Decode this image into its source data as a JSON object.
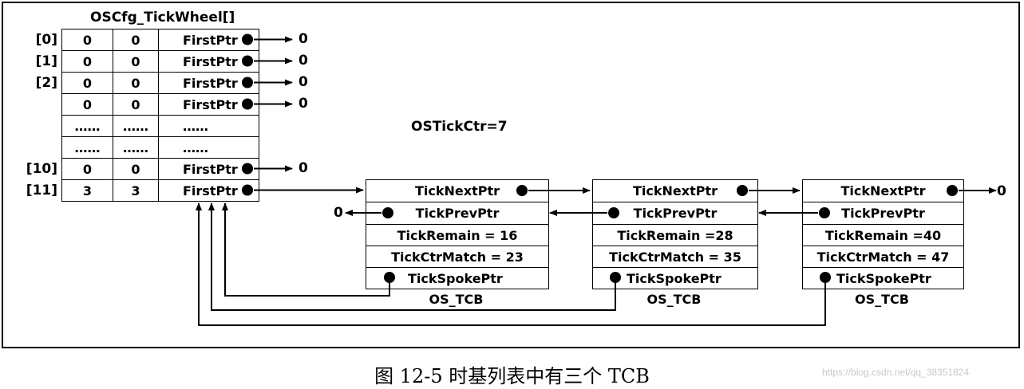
{
  "wheel": {
    "title": "OSCfg_TickWheel[]",
    "rows": [
      {
        "index": "[0]",
        "c1": "0",
        "c2": "0",
        "ptr": "FirstPtr",
        "target": "0"
      },
      {
        "index": "[1]",
        "c1": "0",
        "c2": "0",
        "ptr": "FirstPtr",
        "target": "0"
      },
      {
        "index": "[2]",
        "c1": "0",
        "c2": "0",
        "ptr": "FirstPtr",
        "target": "0"
      },
      {
        "index": "",
        "c1": "0",
        "c2": "0",
        "ptr": "FirstPtr",
        "target": "0"
      },
      {
        "index": "",
        "c1": "……",
        "c2": "……",
        "ptr": "……",
        "target": ""
      },
      {
        "index": "",
        "c1": "……",
        "c2": "……",
        "ptr": "……",
        "target": ""
      },
      {
        "index": "[10]",
        "c1": "0",
        "c2": "0",
        "ptr": "FirstPtr",
        "target": "0"
      },
      {
        "index": "[11]",
        "c1": "3",
        "c2": "3",
        "ptr": "FirstPtr",
        "target": ""
      }
    ]
  },
  "tick_ctr": "OSTickCtr=7",
  "tcbs": [
    {
      "next": "TickNextPtr",
      "prev": "TickPrevPtr",
      "remain": "TickRemain = 16",
      "match": "TickCtrMatch = 23",
      "spoke": "TickSpokePtr",
      "label": "OS_TCB"
    },
    {
      "next": "TickNextPtr",
      "prev": "TickPrevPtr",
      "remain": "TickRemain =28",
      "match": "TickCtrMatch = 35",
      "spoke": "TickSpokePtr",
      "label": "OS_TCB"
    },
    {
      "next": "TickNextPtr",
      "prev": "TickPrevPtr",
      "remain": "TickRemain =40",
      "match": "TickCtrMatch = 47",
      "spoke": "TickSpokePtr",
      "label": "OS_TCB"
    }
  ],
  "null_prev": "0",
  "null_next": "0",
  "caption": "图 12-5 时基列表中有三个 TCB",
  "watermark": "https://blog.csdn.net/qq_38351824"
}
